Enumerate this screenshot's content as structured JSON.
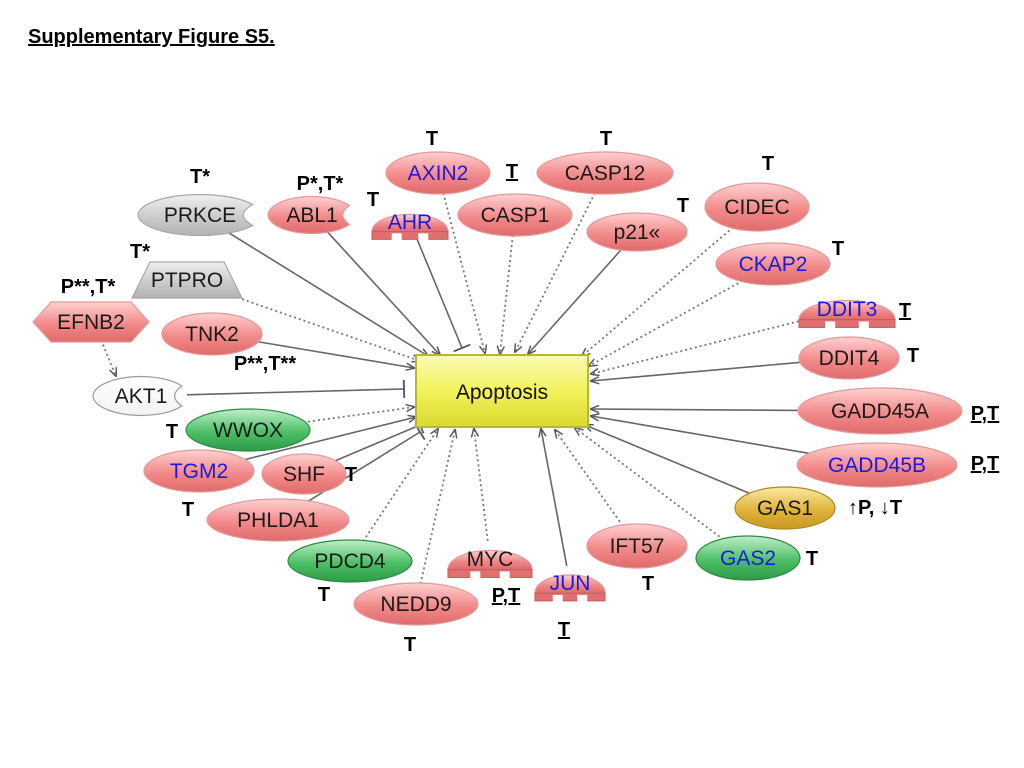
{
  "title": "Supplementary Figure S5.",
  "center": {
    "label": "Apoptosis"
  },
  "colors": {
    "red_fill": "#f08a8a",
    "green_fill": "#3fae5a",
    "gold_fill": "#d9ad2b",
    "gray_fill": "#c8c8c8",
    "center_fill": "#f0f060",
    "blue_text": "#1a1adc",
    "black_text": "#1a1a1a"
  },
  "nodes": [
    {
      "id": "AXIN2",
      "label": "AXIN2",
      "shape": "ellipse",
      "fill": "red",
      "text": "blue",
      "annotation": "T"
    },
    {
      "id": "CASP12",
      "label": "CASP12",
      "shape": "ellipse",
      "fill": "red",
      "text": "black",
      "annotation": "T"
    },
    {
      "id": "CIDEC",
      "label": "CIDEC",
      "shape": "ellipse",
      "fill": "red",
      "text": "black",
      "annotation": "T"
    },
    {
      "id": "PRKCE",
      "label": "PRKCE",
      "shape": "kinase",
      "fill": "gray",
      "text": "black",
      "annotation": "T*"
    },
    {
      "id": "ABL1",
      "label": "ABL1",
      "shape": "kinase",
      "fill": "red",
      "text": "black",
      "annotation": "P*,T*"
    },
    {
      "id": "AHR",
      "label": "AHR",
      "shape": "receptor",
      "fill": "red",
      "text": "blue",
      "annotation": "T"
    },
    {
      "id": "CASP1",
      "label": "CASP1",
      "shape": "ellipse",
      "fill": "red",
      "text": "black",
      "annotation": "T",
      "annotation_underline": true
    },
    {
      "id": "p21",
      "label": "p21«",
      "shape": "ellipse",
      "fill": "red",
      "text": "black",
      "annotation": "T"
    },
    {
      "id": "CKAP2",
      "label": "CKAP2",
      "shape": "ellipse",
      "fill": "red",
      "text": "blue",
      "annotation": "T"
    },
    {
      "id": "PTPRO",
      "label": "PTPRO",
      "shape": "phosphatase",
      "fill": "gray",
      "text": "black",
      "annotation": "T*"
    },
    {
      "id": "EFNB2",
      "label": "EFNB2",
      "shape": "diamond",
      "fill": "red",
      "text": "black",
      "annotation": "P**,T*"
    },
    {
      "id": "TNK2",
      "label": "TNK2",
      "shape": "ellipse",
      "fill": "red",
      "text": "black",
      "annotation": "P**,T**"
    },
    {
      "id": "DDIT3",
      "label": "DDIT3",
      "shape": "receptor",
      "fill": "red",
      "text": "blue",
      "annotation": "T",
      "annotation_underline": true
    },
    {
      "id": "DDIT4",
      "label": "DDIT4",
      "shape": "ellipse",
      "fill": "red",
      "text": "black",
      "annotation": "T"
    },
    {
      "id": "AKT1",
      "label": "AKT1",
      "shape": "kinase",
      "fill": "white",
      "text": "black",
      "annotation": ""
    },
    {
      "id": "WWOX",
      "label": "WWOX",
      "shape": "ellipse",
      "fill": "green",
      "text": "black",
      "annotation": "T"
    },
    {
      "id": "GADD45A",
      "label": "GADD45A",
      "shape": "ellipse",
      "fill": "red",
      "text": "black",
      "annotation": "P,T",
      "annotation_underline": true
    },
    {
      "id": "GADD45B",
      "label": "GADD45B",
      "shape": "ellipse",
      "fill": "red",
      "text": "blue",
      "annotation": "P,T",
      "annotation_underline": true
    },
    {
      "id": "TGM2",
      "label": "TGM2",
      "shape": "ellipse",
      "fill": "red",
      "text": "blue",
      "annotation": "T"
    },
    {
      "id": "SHF",
      "label": "SHF",
      "shape": "ellipse",
      "fill": "red",
      "text": "black",
      "annotation": "T"
    },
    {
      "id": "GAS1",
      "label": "GAS1",
      "shape": "ellipse",
      "fill": "gold",
      "text": "black",
      "annotation": "↑P, ↓T"
    },
    {
      "id": "PHLDA1",
      "label": "PHLDA1",
      "shape": "ellipse",
      "fill": "red",
      "text": "black",
      "annotation": "T"
    },
    {
      "id": "PDCD4",
      "label": "PDCD4",
      "shape": "ellipse",
      "fill": "green",
      "text": "black",
      "annotation": "T"
    },
    {
      "id": "MYC",
      "label": "MYC",
      "shape": "receptor",
      "fill": "red",
      "text": "black",
      "annotation": "P,T",
      "annotation_underline": true
    },
    {
      "id": "IFT57",
      "label": "IFT57",
      "shape": "ellipse",
      "fill": "red",
      "text": "black",
      "annotation": "T"
    },
    {
      "id": "GAS2",
      "label": "GAS2",
      "shape": "ellipse",
      "fill": "green",
      "text": "blue",
      "annotation": "T"
    },
    {
      "id": "JUN",
      "label": "JUN",
      "shape": "receptor",
      "fill": "red",
      "text": "blue",
      "annotation": "T",
      "annotation_underline": true
    },
    {
      "id": "NEDD9",
      "label": "NEDD9",
      "shape": "ellipse",
      "fill": "red",
      "text": "black",
      "annotation": "T"
    }
  ],
  "edges": [
    {
      "from": "AXIN2",
      "type": "activate",
      "style": "dotted"
    },
    {
      "from": "CASP12",
      "type": "activate",
      "style": "dotted"
    },
    {
      "from": "CIDEC",
      "type": "activate",
      "style": "dotted"
    },
    {
      "from": "PRKCE",
      "type": "activate",
      "style": "solid"
    },
    {
      "from": "ABL1",
      "type": "activate",
      "style": "solid"
    },
    {
      "from": "AHR",
      "type": "inhibit",
      "style": "solid"
    },
    {
      "from": "CASP1",
      "type": "activate",
      "style": "dotted"
    },
    {
      "from": "p21",
      "type": "activate",
      "style": "solid"
    },
    {
      "from": "CKAP2",
      "type": "activate",
      "style": "dotted"
    },
    {
      "from": "PTPRO",
      "type": "activate",
      "style": "dotted"
    },
    {
      "from": "TNK2",
      "type": "activate",
      "style": "solid"
    },
    {
      "from": "DDIT3",
      "type": "activate",
      "style": "dotted"
    },
    {
      "from": "DDIT4",
      "type": "activate",
      "style": "solid"
    },
    {
      "from": "AKT1",
      "type": "inhibit",
      "style": "solid"
    },
    {
      "from": "WWOX",
      "type": "activate",
      "style": "dotted"
    },
    {
      "from": "GADD45A",
      "type": "activate",
      "style": "solid"
    },
    {
      "from": "GADD45B",
      "type": "activate",
      "style": "solid"
    },
    {
      "from": "TGM2",
      "type": "activate",
      "style": "solid"
    },
    {
      "from": "SHF",
      "type": "inhibit",
      "style": "solid"
    },
    {
      "from": "GAS1",
      "type": "activate",
      "style": "solid"
    },
    {
      "from": "PHLDA1",
      "type": "inhibit",
      "style": "solid"
    },
    {
      "from": "PDCD4",
      "type": "activate",
      "style": "dotted"
    },
    {
      "from": "MYC",
      "type": "activate",
      "style": "dotted"
    },
    {
      "from": "IFT57",
      "type": "activate",
      "style": "dotted"
    },
    {
      "from": "GAS2",
      "type": "activate",
      "style": "dotted"
    },
    {
      "from": "JUN",
      "type": "activate",
      "style": "solid"
    },
    {
      "from": "NEDD9",
      "type": "activate",
      "style": "dotted"
    },
    {
      "from": "EFNB2",
      "to": "AKT1",
      "type": "activate",
      "style": "dotted"
    }
  ]
}
